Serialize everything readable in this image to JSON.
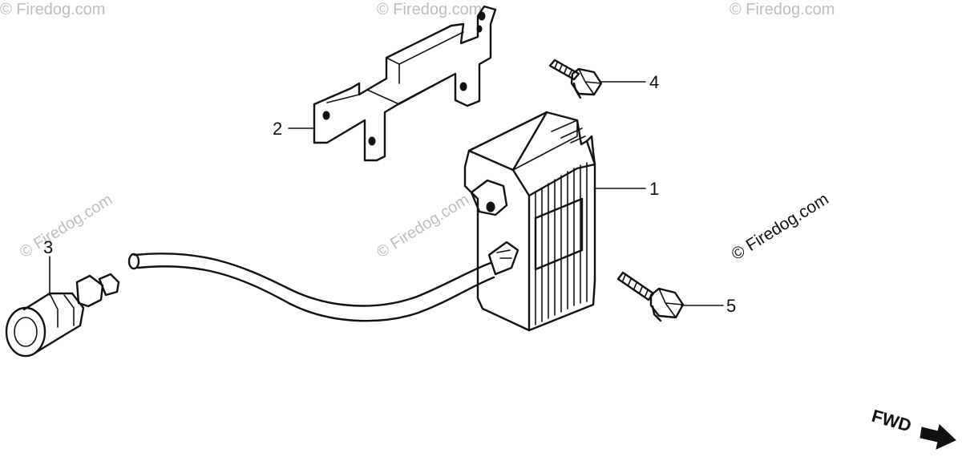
{
  "callouts": {
    "p1": "1",
    "p2": "2",
    "p3": "3",
    "p4": "4",
    "p5": "5"
  },
  "watermarks": {
    "main": "© Firedog.com",
    "faint": "© Firedog.com"
  },
  "direction_label": "FWD",
  "colors": {
    "ink": "#111111",
    "background": "#ffffff",
    "watermark_faint": "#bdbdbd"
  }
}
